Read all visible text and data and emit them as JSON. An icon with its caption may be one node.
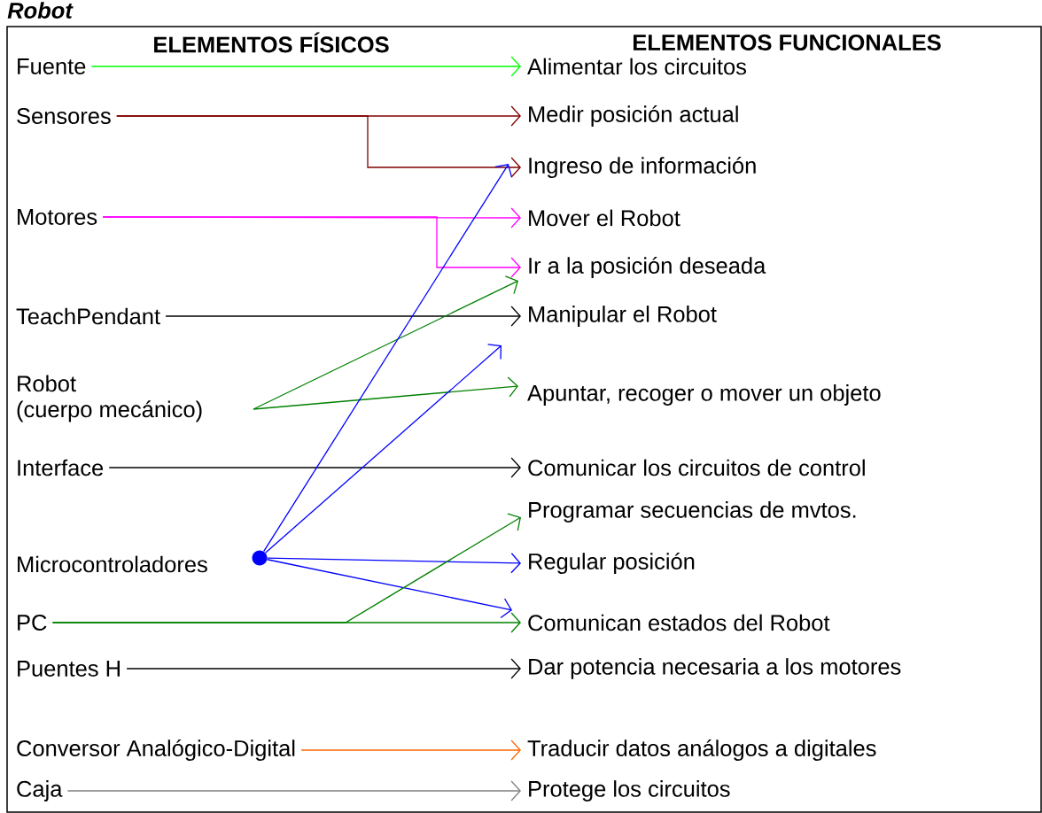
{
  "diagram": {
    "title": "Robot",
    "nodes": [
      {
        "text": [
          "Fuente"
        ]
      },
      {
        "text": [
          "Sensores"
        ]
      },
      {
        "text": [
          "Motores"
        ]
      },
      {
        "text": [
          "TeachPendant"
        ]
      },
      {
        "text": [
          "Robot (cuerpo mecánico)"
        ]
      },
      {
        "text": [
          "Interface"
        ]
      },
      {
        "text": [
          "Microcontroladores"
        ]
      },
      {
        "text": [
          "PC"
        ]
      },
      {
        "text": [
          "Puentes H"
        ]
      },
      {
        "text": [
          "Conversor Analógico-Digital"
        ]
      },
      {
        "text": [
          "Caja"
        ]
      },
      {
        "text": [
          "Alimentar los circuitos"
        ]
      },
      {
        "text": [
          "Medir posición actual"
        ]
      },
      {
        "text": [
          "Ingreso de información"
        ]
      },
      {
        "text": [
          "Mover el Robot"
        ]
      },
      {
        "text": [
          "Ir a la posición deseada"
        ]
      },
      {
        "text": [
          "Manipular el Robot"
        ]
      },
      {
        "text": [
          "Apuntar, recoger o mover un objeto"
        ]
      },
      {
        "text": [
          "Comunicar los circuitos de control"
        ]
      },
      {
        "text": [
          "Programar secuencias de mvtos."
        ]
      },
      {
        "text": [
          "Regular posición"
        ]
      },
      {
        "text": [
          "Comunican estados del Robot"
        ]
      },
      {
        "text": [
          "Dar potencia necesaria a los motores"
        ]
      },
      {
        "text": [
          "Traducir datos análogos a digitales"
        ]
      },
      {
        "text": [
          "Protege los circuitos"
        ]
      },
      {
        "text": [],
        "shape": "circle"
      }
    ],
    "edges": [
      {
        "from": 0,
        "to": 11,
        "arrow": "to",
        "color": "#00ff00"
      },
      {
        "from": 1,
        "to": 12,
        "arrow": "to",
        "color": "#800000"
      },
      {
        "from": 1,
        "to": 13,
        "arrow": "to",
        "color": "#800000"
      },
      {
        "from": 2,
        "to": 14,
        "arrow": "to",
        "color": "#ff00ff"
      },
      {
        "from": 2,
        "to": 15,
        "arrow": "to",
        "color": "#ff00ff"
      },
      {
        "from": 3,
        "to": 16,
        "arrow": "to",
        "color": "#000000"
      },
      {
        "from": 4,
        "to": 15,
        "arrow": "to",
        "color": "#008000"
      },
      {
        "from": 4,
        "to": 17,
        "arrow": "to",
        "color": "#008000"
      },
      {
        "from": 5,
        "to": 18,
        "arrow": "to",
        "color": "#000000"
      },
      {
        "from": 25,
        "to": 13,
        "arrow": "to",
        "color": "#0000ff"
      },
      {
        "from": 25,
        "to": 16,
        "arrow": "to",
        "color": "#0000ff"
      },
      {
        "from": 25,
        "to": 20,
        "arrow": "to",
        "color": "#0000ff"
      },
      {
        "from": 25,
        "to": 21,
        "arrow": "to",
        "color": "#0000ff"
      },
      {
        "from": 7,
        "to": 21,
        "arrow": "to",
        "color": "#008000"
      },
      {
        "from": 7,
        "to": 19,
        "arrow": "to",
        "color": "#008000"
      },
      {
        "from": 8,
        "to": 22,
        "arrow": "to",
        "color": "#000000"
      },
      {
        "from": 9,
        "to": 23,
        "arrow": "to",
        "color": "#ff6600"
      },
      {
        "from": 10,
        "to": 24,
        "arrow": "to",
        "color": "#808080"
      }
    ],
    "labels": [
      "ELEMENTOS FÍSICOS",
      "ELEMENTOS FUNCIONALES"
    ]
  }
}
